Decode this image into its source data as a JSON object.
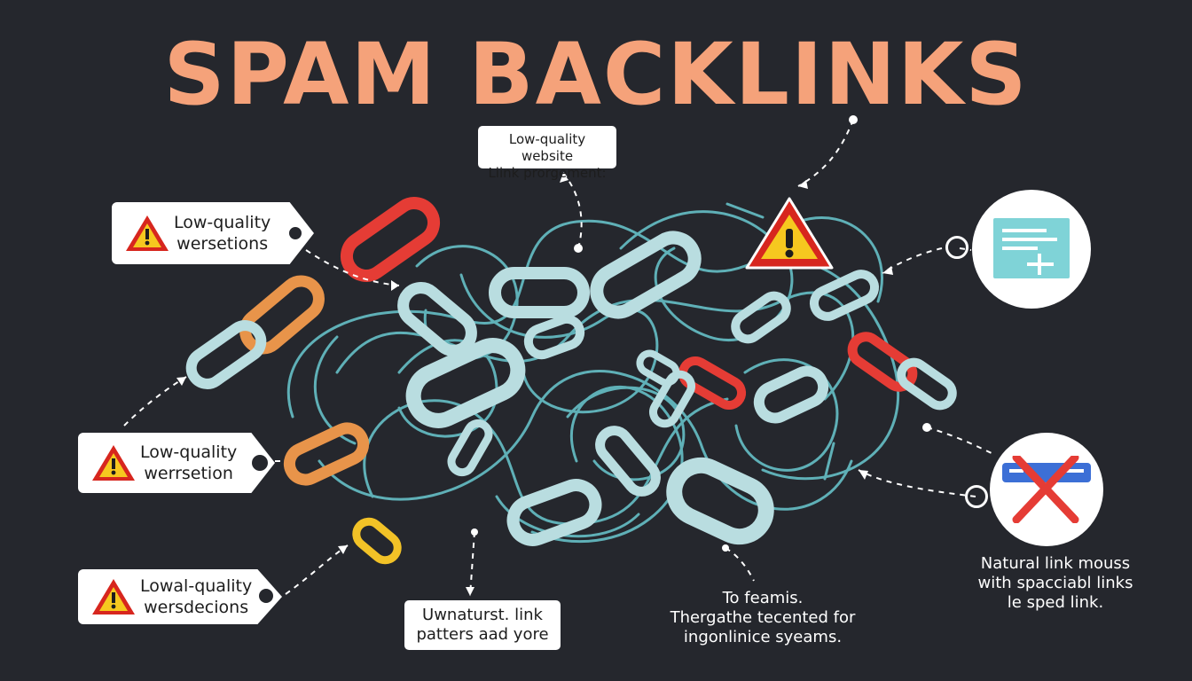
{
  "title": "SPAM BACKLINKS",
  "colors": {
    "background": "#25272d",
    "title": "#f5a27a",
    "tangle": "#5fb0b7",
    "chain_light": "#b9dde0",
    "chain_orange": "#e8944a",
    "chain_red": "#e53c35",
    "chain_yellow": "#f2c227",
    "warning_red": "#d7261e",
    "warning_yellow": "#f6c81f"
  },
  "tags": [
    {
      "line1": "Low-quality",
      "line2": "wersetions",
      "icon": "warning-icon"
    },
    {
      "line1": "Low-quality",
      "line2": "werrsetion",
      "icon": "warning-icon"
    },
    {
      "line1": "Lowal-quality",
      "line2": "wersdecions",
      "icon": "warning-icon"
    }
  ],
  "top_box": {
    "line1": "Low-quality website",
    "line2": "Liink prorgement:"
  },
  "bottom_box": {
    "line1": "Uwnaturst. link",
    "line2": "patters aad yore"
  },
  "center_note": {
    "line1": "To feamis.",
    "line2": "Thergathe tecented for",
    "line3": "ingonlinice syeams."
  },
  "right_note": {
    "line1": "Natural link mouss",
    "line2": "with spacciabl links",
    "line3": "le sped link."
  },
  "right_icons": [
    {
      "name": "document-icon"
    },
    {
      "name": "blocked-link-icon"
    }
  ]
}
